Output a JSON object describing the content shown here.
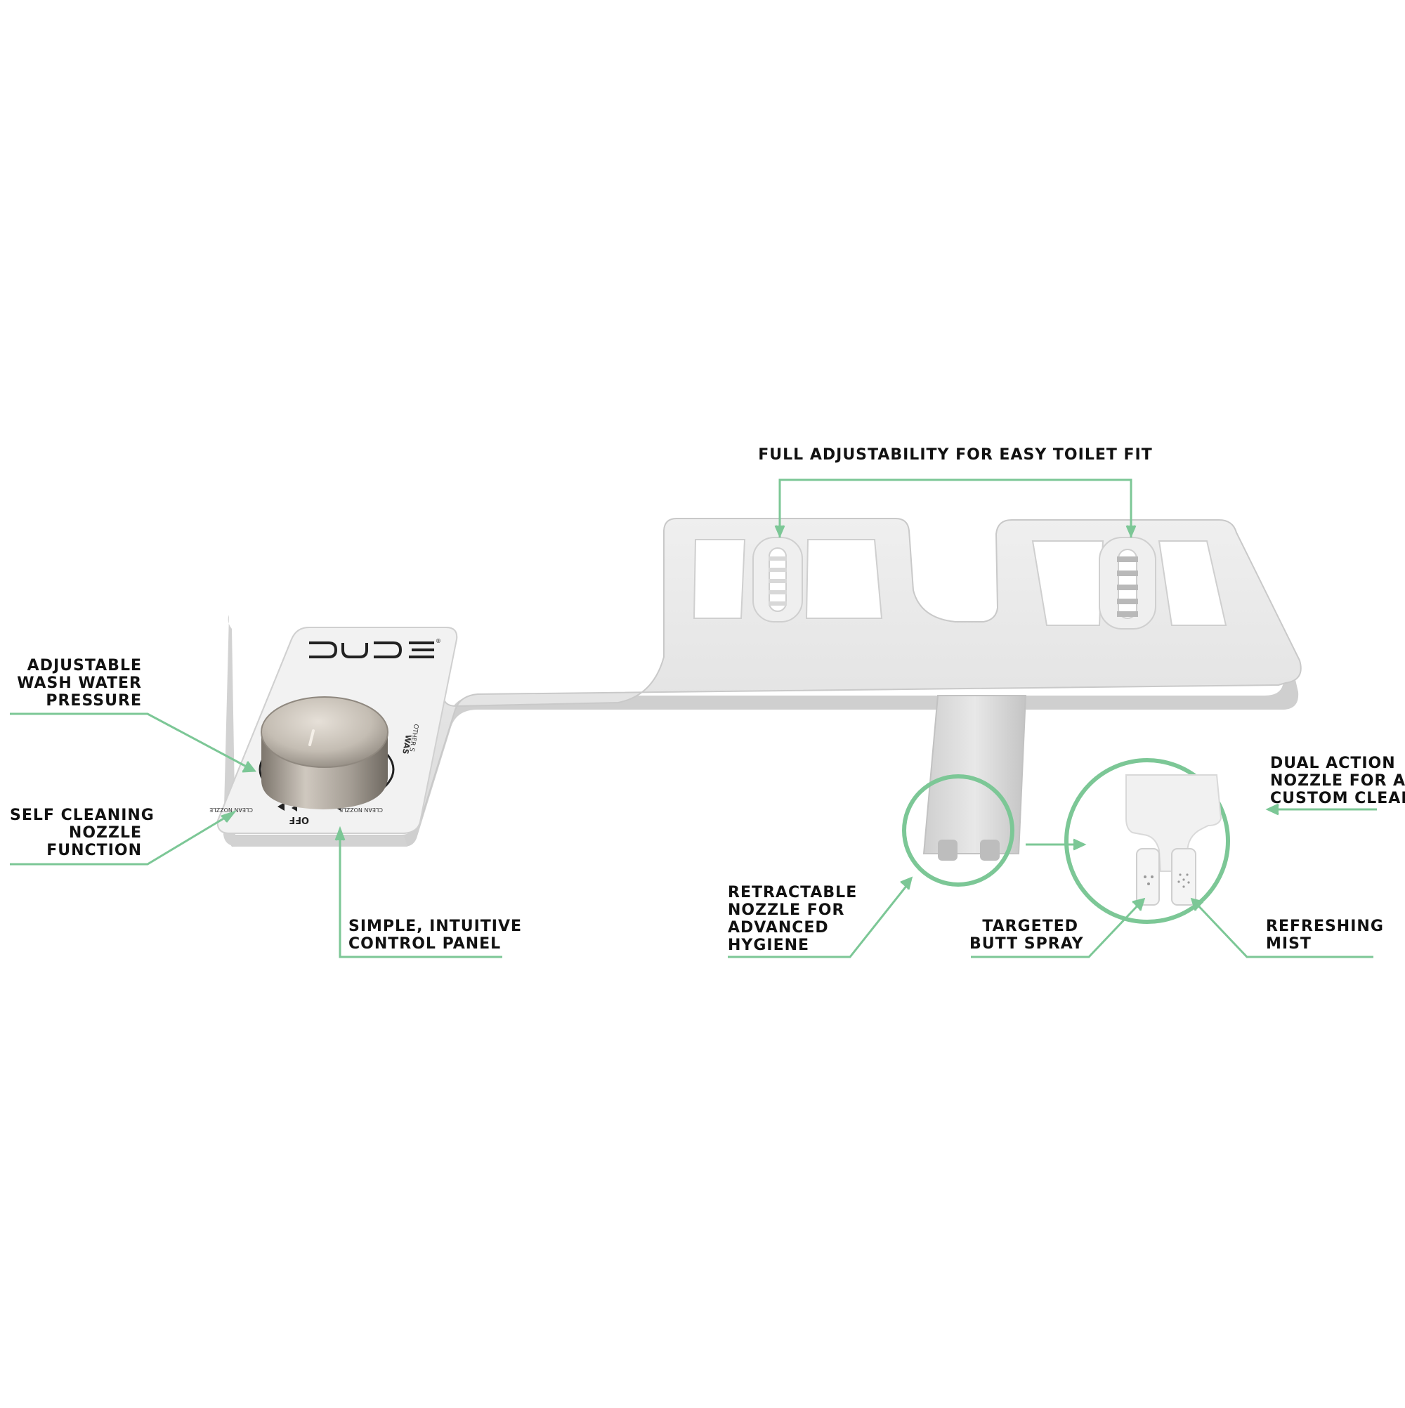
{
  "brand": {
    "logo_text": "DUDE"
  },
  "colors": {
    "callout": "#7cc796",
    "body": "#e6e6e6",
    "knob": "#bdb6ad",
    "text": "#111111"
  },
  "panel": {
    "dial_labels": {
      "off": "OFF",
      "clean_nozzle_left": "CLEAN NOZZLE",
      "clean_nozzle_right": "CLEAN NOZZLE",
      "wash": "WAS",
      "other": "OTHER S"
    }
  },
  "callouts": {
    "full_adjustability": {
      "lines": [
        "FULL ADJUSTABILITY FOR EASY TOILET FIT"
      ]
    },
    "adjustable_pressure": {
      "lines": [
        "ADJUSTABLE",
        "WASH WATER",
        "PRESSURE"
      ]
    },
    "self_cleaning": {
      "lines": [
        "SELF CLEANING",
        "NOZZLE",
        "FUNCTION"
      ]
    },
    "control_panel": {
      "lines": [
        "SIMPLE, INTUITIVE",
        "CONTROL PANEL"
      ]
    },
    "retractable": {
      "lines": [
        "RETRACTABLE",
        "NOZZLE FOR",
        "ADVANCED",
        "HYGIENE"
      ]
    },
    "dual_action": {
      "lines": [
        "DUAL ACTION",
        "NOZZLE FOR A",
        "CUSTOM CLEAN"
      ]
    },
    "targeted": {
      "lines": [
        "TARGETED",
        "BUTT SPRAY"
      ]
    },
    "mist": {
      "lines": [
        "REFRESHING",
        "MIST"
      ]
    }
  }
}
